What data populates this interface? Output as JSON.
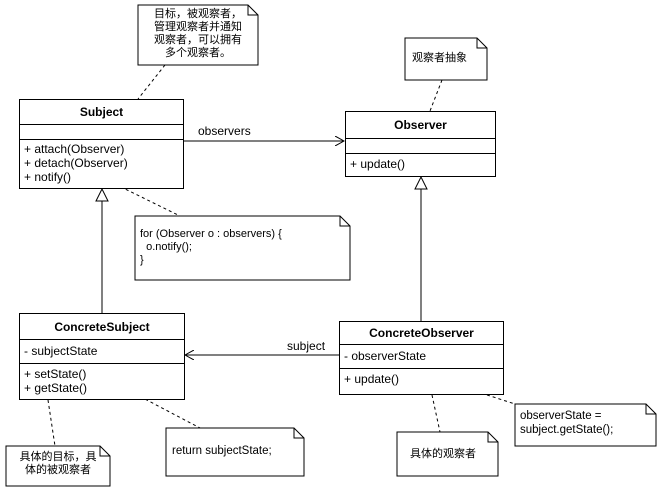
{
  "classes": {
    "subject": {
      "name": "Subject",
      "attributes": [],
      "operations": [
        "+ attach(Observer)",
        "+ detach(Observer)",
        "+ notify()"
      ]
    },
    "observer": {
      "name": "Observer",
      "attributes": [],
      "operations": [
        "+ update()"
      ]
    },
    "concrete_subject": {
      "name": "ConcreteSubject",
      "attributes": [
        "- subjectState"
      ],
      "operations": [
        "+ setState()",
        "+ getState()"
      ]
    },
    "concrete_observer": {
      "name": "ConcreteObserver",
      "attributes": [
        "- observerState"
      ],
      "operations": [
        "+ update()"
      ]
    }
  },
  "associations": {
    "observers_label": "observers",
    "subject_label": "subject"
  },
  "notes": {
    "subject_note": [
      "目标，被观察者，",
      "管理观察者并通知",
      "观察者，可以拥有",
      "多个观察者。"
    ],
    "observer_note": [
      "观察者抽象"
    ],
    "notify_code": [
      "for (Observer o : observers) {",
      "  o.notify();",
      "}"
    ],
    "concrete_subject_note": [
      "具体的目标，具",
      "体的被观察者"
    ],
    "get_state_code": [
      "return subjectState;"
    ],
    "concrete_observer_note": [
      "具体的观察者"
    ],
    "update_code": [
      "observerState =",
      "subject.getState();"
    ]
  }
}
